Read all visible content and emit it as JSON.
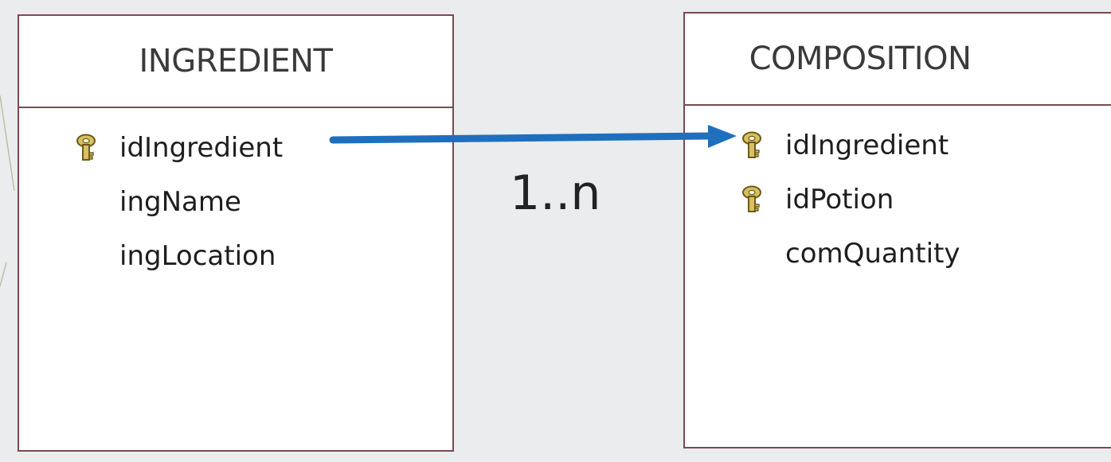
{
  "colors": {
    "background": "#eaecee",
    "table_border": "#7a4a50",
    "relationship_arrow": "#1f6fbf",
    "key_icon": "#d8c060"
  },
  "tables": {
    "left": {
      "title": "INGREDIENT",
      "fields": [
        {
          "name": "idIngredient",
          "primary_key": true,
          "icon": "key-icon"
        },
        {
          "name": "ingName",
          "primary_key": false
        },
        {
          "name": "ingLocation",
          "primary_key": false
        }
      ]
    },
    "right": {
      "title": "COMPOSITION",
      "fields": [
        {
          "name": "idIngredient",
          "primary_key": true,
          "icon": "key-icon"
        },
        {
          "name": "idPotion",
          "primary_key": true,
          "icon": "key-icon"
        },
        {
          "name": "comQuantity",
          "primary_key": false
        }
      ]
    }
  },
  "relationship": {
    "from": "INGREDIENT.idIngredient",
    "to": "COMPOSITION.idIngredient",
    "cardinality": "1..n"
  }
}
